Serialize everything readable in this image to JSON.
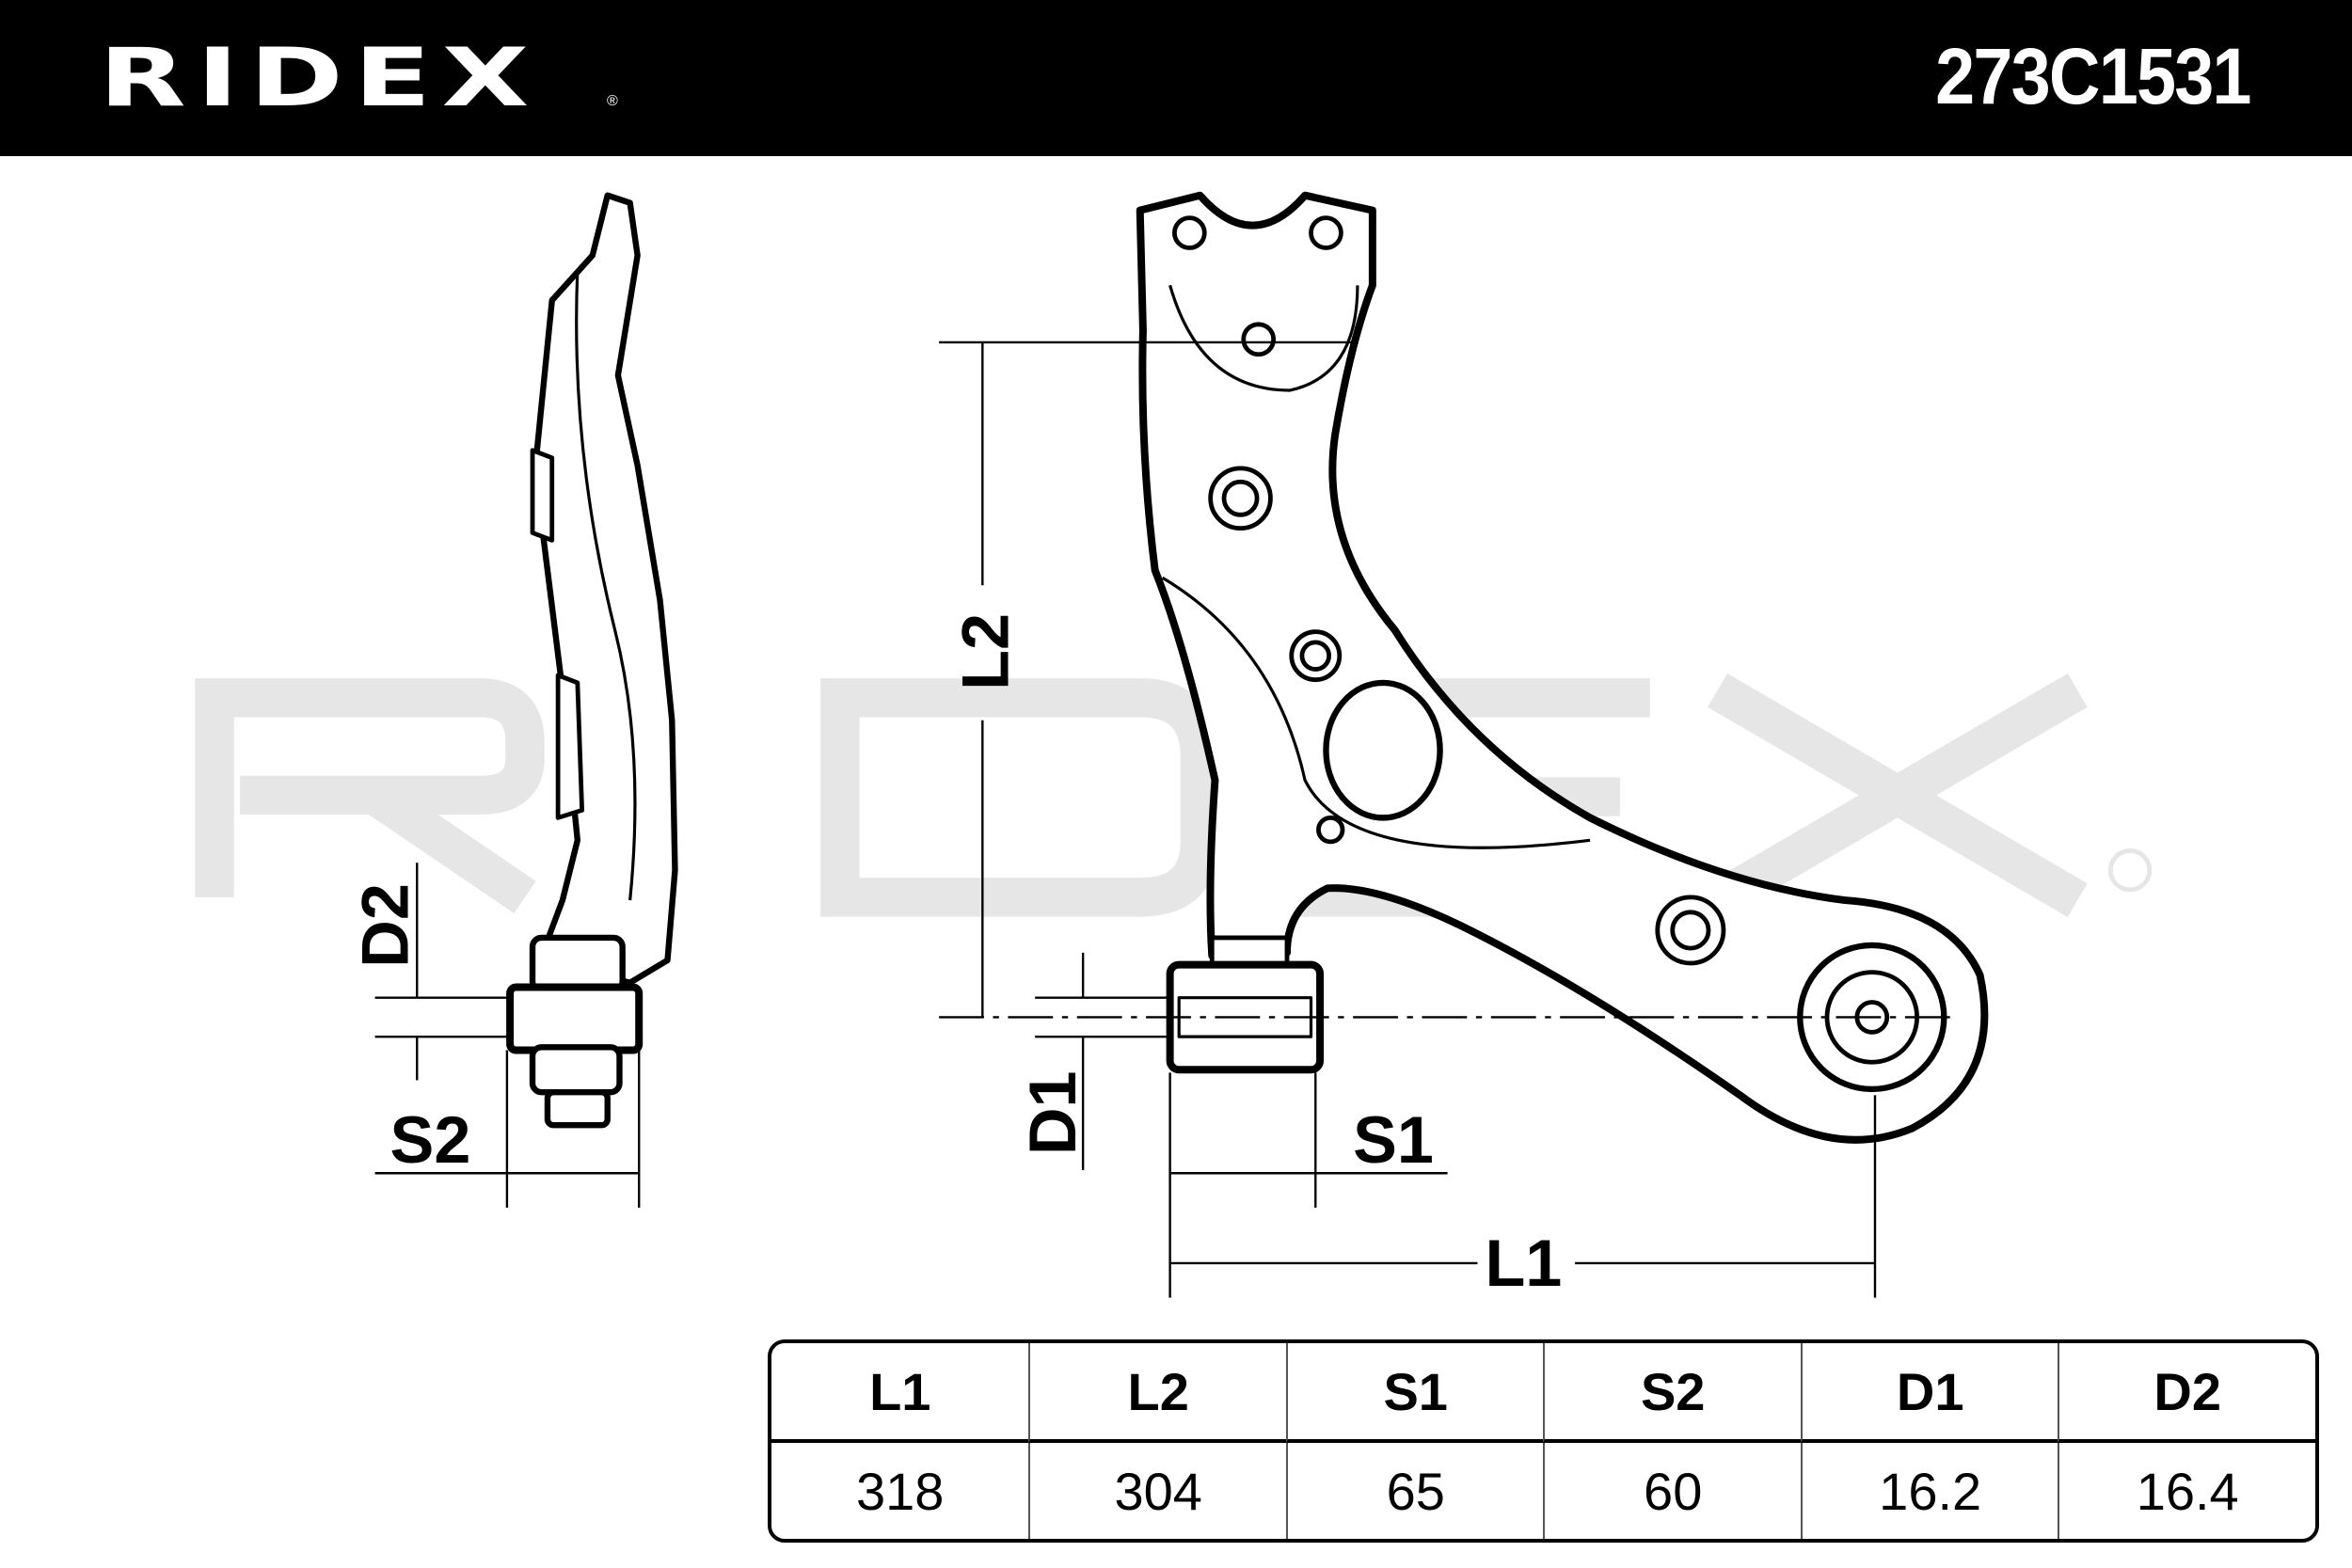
{
  "header": {
    "brand": "RIDEX",
    "registered_mark": "®",
    "part_number": "273C1531"
  },
  "watermark": "RIDEX",
  "dimensions_labels": {
    "L1": "L1",
    "L2": "L2",
    "S1": "S1",
    "S2": "S2",
    "D1": "D1",
    "D2": "D2"
  },
  "spec_table": {
    "headers": [
      "L1",
      "L2",
      "S1",
      "S2",
      "D1",
      "D2"
    ],
    "values": [
      "318",
      "304",
      "65",
      "60",
      "16.2",
      "16.4"
    ]
  }
}
